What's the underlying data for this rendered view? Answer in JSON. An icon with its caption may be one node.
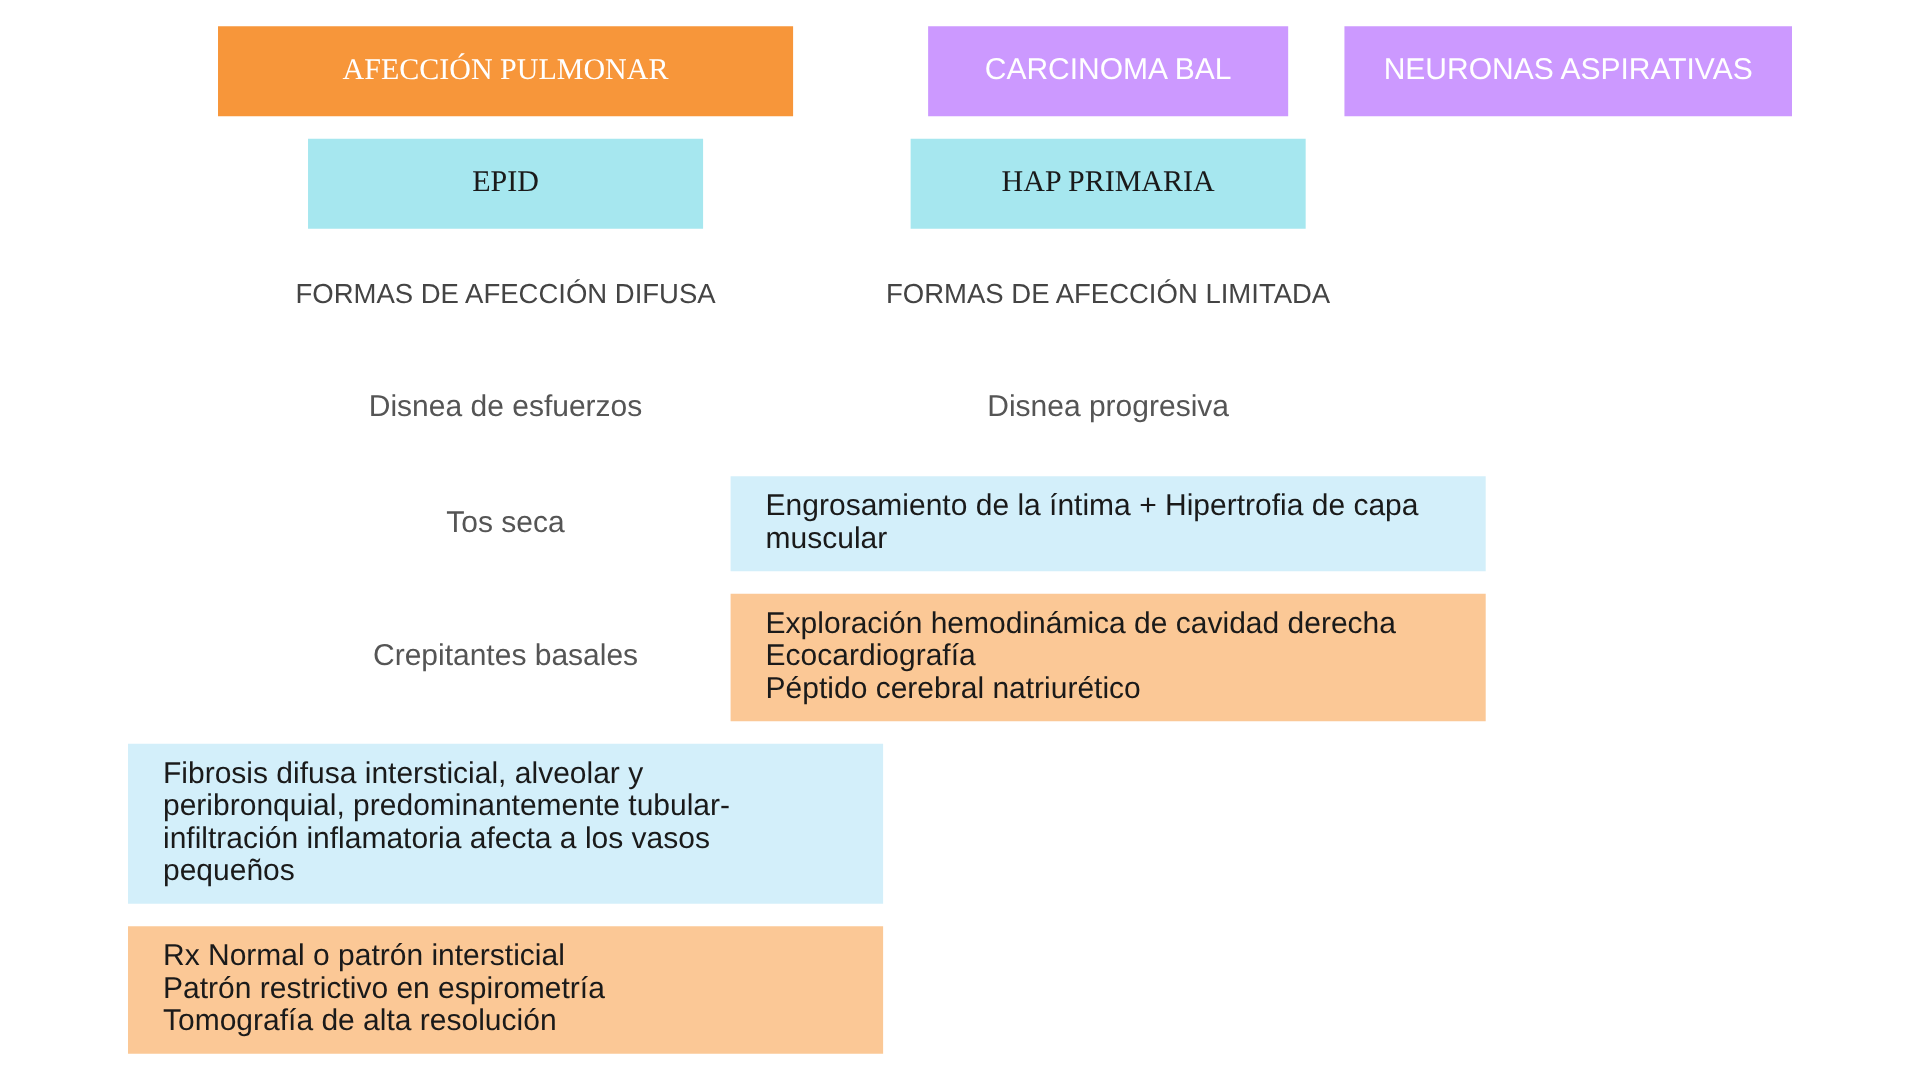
{
  "diagram": {
    "nodes": [
      {
        "text": [
          "AFECCIÓN PULMONAR"
        ]
      },
      {
        "text": [
          "CARCINOMA BAL"
        ]
      },
      {
        "text": [
          "NEURONAS ASPIRATIVAS"
        ]
      },
      {
        "text": [
          "EPID"
        ]
      },
      {
        "text": [
          "Fibrosis difusa intersticial, alveolar y peribronquial, predominantemente tubular- infiltración inflamatoria afecta a los vasos pequeños"
        ]
      },
      {
        "text": [
          "Rx Normal o patrón intersticial",
          "Patrón restrictivo en espirometría",
          "Tomografía de alta resolución"
        ]
      },
      {
        "text": [
          "HAP PRIMARIA"
        ]
      },
      {
        "text": [
          "Engrosamiento de la íntima + Hipertrofia de capa muscular"
        ]
      },
      {
        "text": [
          "Exploración hemodinámica de cavidad derecha",
          "Ecocardiografía",
          "Péptido cerebral natriurético"
        ]
      }
    ],
    "edges": [],
    "labels": [
      "FORMAS DE AFECCIÓN DIFUSA",
      "Disnea de esfuerzos",
      "Tos seca",
      "Crepitantes basales",
      "FORMAS DE AFECCIÓN LIMITADA",
      "Disnea progresiva"
    ]
  }
}
